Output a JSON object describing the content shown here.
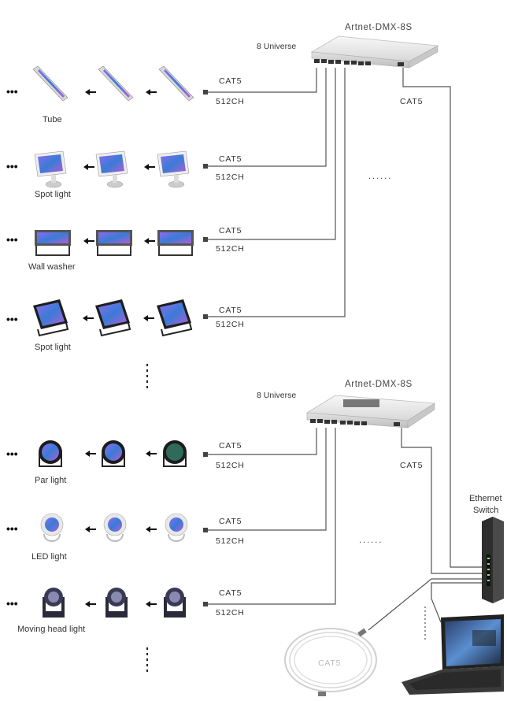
{
  "controllers": [
    {
      "name": "Artnet-DMX-8S",
      "universe_label": "8 Universe",
      "uplink_label": "CAT5"
    },
    {
      "name": "Artnet-DMX-8S",
      "universe_label": "8 Universe",
      "uplink_label": "CAT5"
    }
  ],
  "fixture_rows": [
    {
      "label": "Tube",
      "cable": "CAT5",
      "channels": "512CH",
      "icon": "tube-light-icon"
    },
    {
      "label": "Spot light",
      "cable": "CAT5",
      "channels": "512CH",
      "icon": "spot-light-icon"
    },
    {
      "label": "Wall washer",
      "cable": "CAT5",
      "channels": "512CH",
      "icon": "wall-washer-icon"
    },
    {
      "label": "Spot light",
      "cable": "CAT5",
      "channels": "512CH",
      "icon": "flood-spot-light-icon"
    },
    {
      "label": "Par light",
      "cable": "CAT5",
      "channels": "512CH",
      "icon": "par-light-icon"
    },
    {
      "label": "LED light",
      "cable": "CAT5",
      "channels": "512CH",
      "icon": "led-light-icon"
    },
    {
      "label": "Moving head light",
      "cable": "CAT5",
      "channels": "512CH",
      "icon": "moving-head-light-icon"
    }
  ],
  "more_marker": "•••",
  "continuation": "......",
  "switch_label_line1": "Ethernet",
  "switch_label_line2": "Switch",
  "cable_coil_label": "CAT5",
  "colors": {
    "wire": "#555555",
    "device_body": "#e6e6e6",
    "led_purple": "#6c4bd8",
    "led_blue": "#3a7bd5"
  }
}
